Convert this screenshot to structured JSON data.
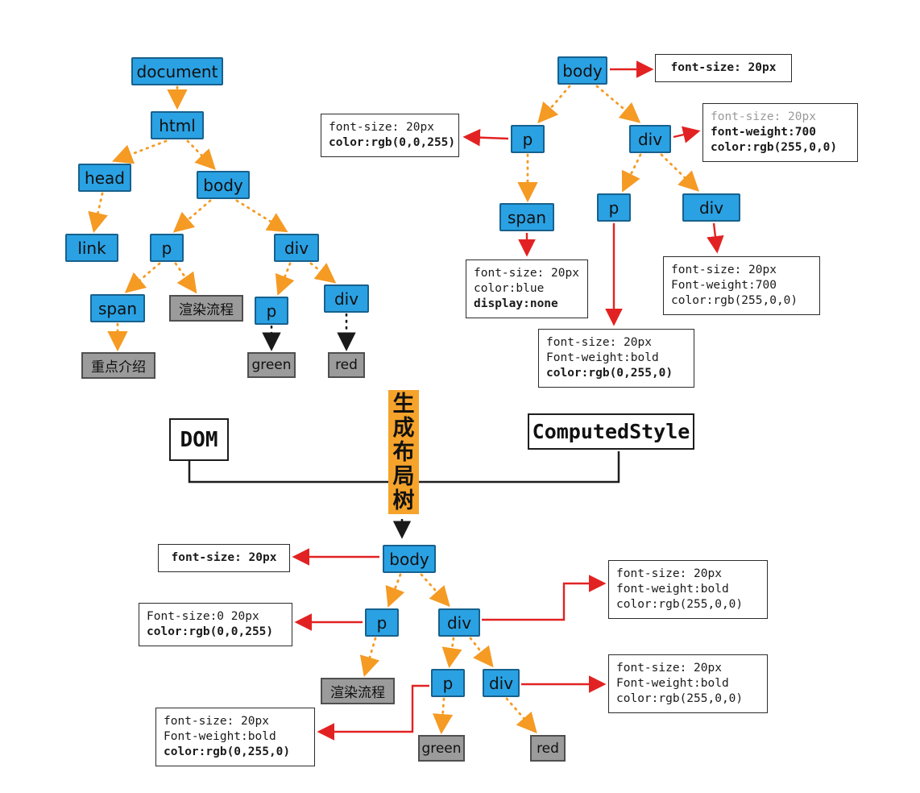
{
  "colors": {
    "node_blue": "#2aa1e3",
    "node_gray": "#9b9b9b",
    "arrow_orange": "#f59a23",
    "arrow_red": "#e22222",
    "arrow_black": "#1a1a1a",
    "layout_box_orange": "#f5a32b"
  },
  "dom_tree": {
    "nodes": {
      "document": "document",
      "html": "html",
      "head": "head",
      "body": "body",
      "link": "link",
      "p1": "p",
      "div1": "div",
      "span": "span",
      "render_flow": "渲染流程",
      "p2": "p",
      "div2": "div",
      "intro": "重点介绍",
      "green": "green",
      "red": "red"
    }
  },
  "style_tree": {
    "nodes": {
      "body": "body",
      "p": "p",
      "div": "div",
      "span": "span",
      "p2": "p",
      "div2": "div"
    },
    "boxes": {
      "body_style": {
        "lines": [
          {
            "text": "font-size: 20px",
            "bold": true
          }
        ]
      },
      "p_style": {
        "lines": [
          {
            "text": "font-size: 20px"
          },
          {
            "text": "color:rgb(0,0,255)",
            "bold": true
          }
        ]
      },
      "div_style": {
        "lines": [
          {
            "text": "font-size: 20px",
            "muted": true
          },
          {
            "text": "font-weight:700",
            "bold": true
          },
          {
            "text": "color:rgb(255,0,0)",
            "bold": true
          }
        ]
      },
      "span_style": {
        "lines": [
          {
            "text": "font-size: 20px"
          },
          {
            "text": "color:blue"
          },
          {
            "text": "display:none",
            "bold": true
          }
        ]
      },
      "div2_style": {
        "lines": [
          {
            "text": "font-size: 20px"
          },
          {
            "text": "Font-weight:700"
          },
          {
            "text": "color:rgb(255,0,0)"
          }
        ]
      },
      "p2_style": {
        "lines": [
          {
            "text": "font-size: 20px"
          },
          {
            "text": "Font-weight:bold"
          },
          {
            "text": "color:rgb(0,255,0)",
            "bold": true
          }
        ]
      }
    }
  },
  "middle": {
    "dom_label": "DOM",
    "computed_style_label": "ComputedStyle",
    "layout_label": "生成布局树"
  },
  "layout_tree": {
    "nodes": {
      "body": "body",
      "p": "p",
      "div": "div",
      "render_flow": "渲染流程",
      "p2": "p",
      "div2": "div",
      "green": "green",
      "red": "red"
    },
    "boxes": {
      "body_style": {
        "lines": [
          {
            "text": "font-size: 20px",
            "bold": true
          }
        ]
      },
      "p_style": {
        "lines": [
          {
            "text": "Font-size:0 20px"
          },
          {
            "text": "color:rgb(0,0,255)",
            "bold": true
          }
        ]
      },
      "div_style": {
        "lines": [
          {
            "text": "font-size: 20px"
          },
          {
            "text": "font-weight:bold"
          },
          {
            "text": "color:rgb(255,0,0)"
          }
        ]
      },
      "div2_style": {
        "lines": [
          {
            "text": "font-size: 20px"
          },
          {
            "text": "Font-weight:bold"
          },
          {
            "text": "color:rgb(255,0,0)"
          }
        ]
      },
      "p2_style": {
        "lines": [
          {
            "text": "font-size: 20px"
          },
          {
            "text": "Font-weight:bold"
          },
          {
            "text": "color:rgb(0,255,0)",
            "bold": true
          }
        ]
      }
    }
  }
}
